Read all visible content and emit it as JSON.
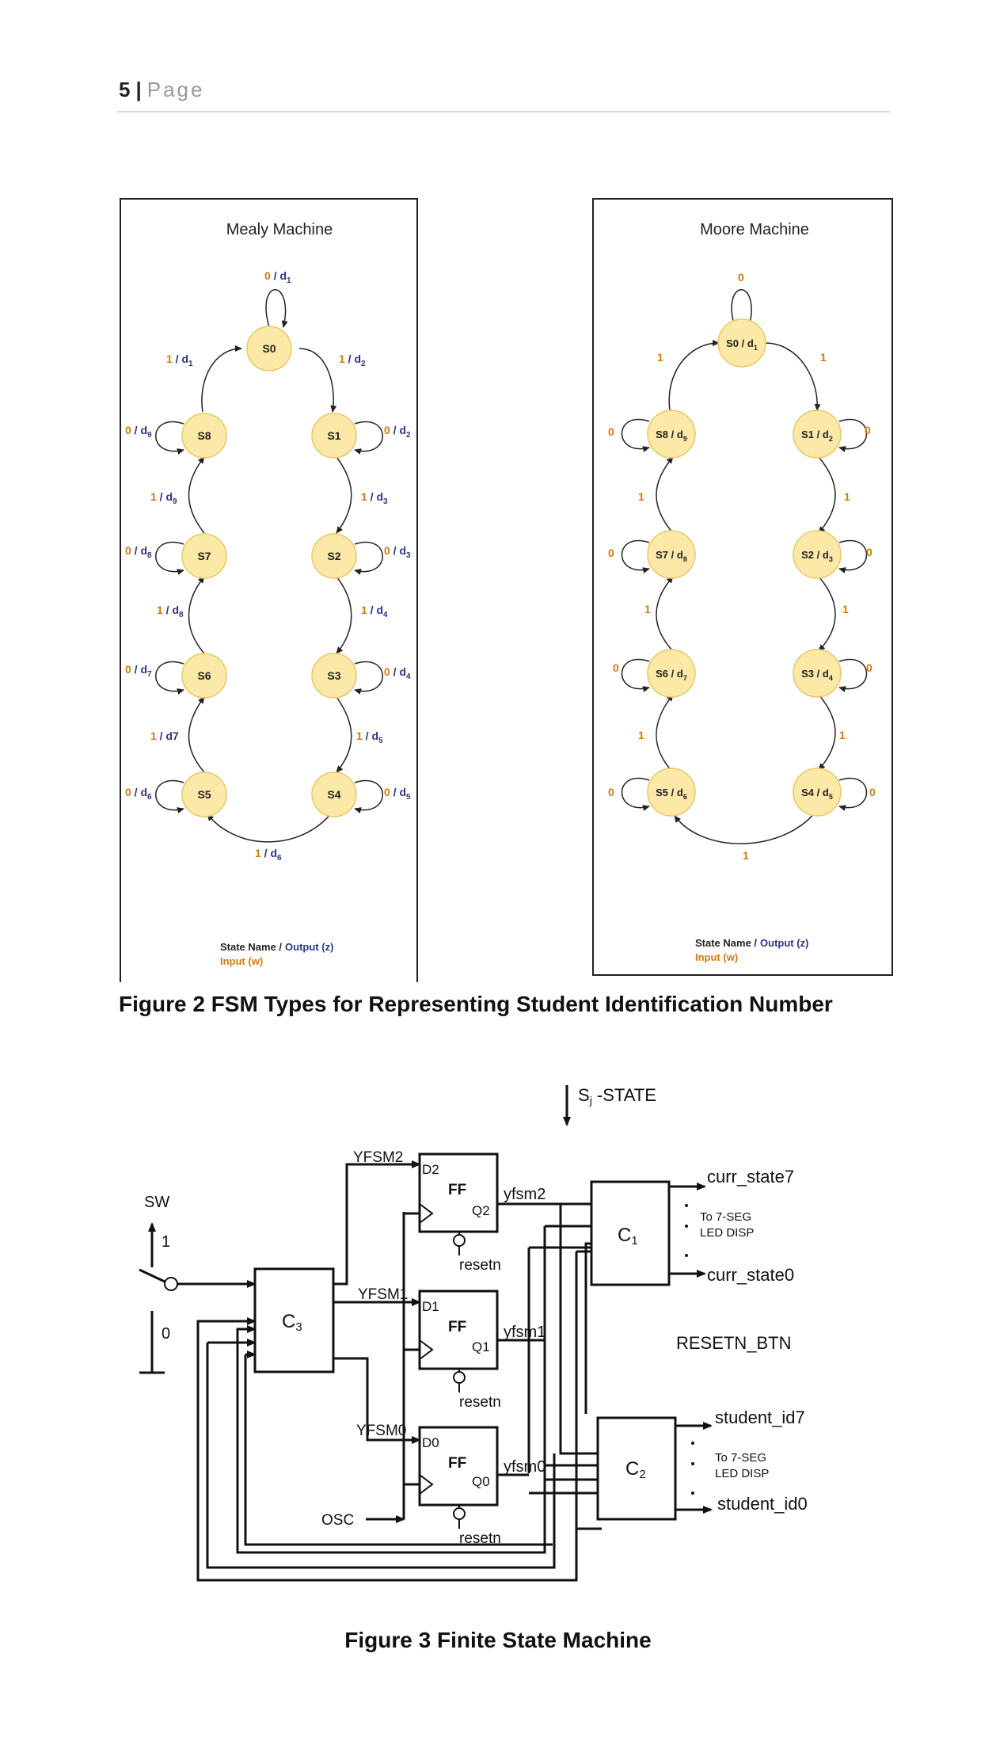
{
  "header": {
    "page_number": "5",
    "separator": "|",
    "page_word": "Page"
  },
  "figure2": {
    "mealy": {
      "title": "Mealy Machine",
      "states": [
        "S0",
        "S1",
        "S2",
        "S3",
        "S4",
        "S5",
        "S6",
        "S7",
        "S8"
      ],
      "legend_line1_name": "State Name /",
      "legend_line1_output": "Output (z)",
      "legend_line2": "Input (w)"
    },
    "moore": {
      "title": "Moore Machine",
      "states": [
        "S0 / d",
        "S1 / d",
        "S2 / d",
        "S3 / d",
        "S4 / d",
        "S5 / d",
        "S6 / d",
        "S7 / d",
        "S8 / d"
      ],
      "legend_line1_name": "State Name /",
      "legend_line1_output": "Output (z)",
      "legend_line2": "Input (w)"
    },
    "caption_label": "Figure 2",
    "caption_text": " FSM Types for Representing Student Identification Number"
  },
  "figure3": {
    "sj_state": "S",
    "sj_sub": "j",
    "sj_rest": " -STATE",
    "sw": "SW",
    "sw_one": "1",
    "sw_zero": "0",
    "c3": "C",
    "c3_sub": "3",
    "c1": "C",
    "c1_sub": "1",
    "c2": "C",
    "c2_sub": "2",
    "ff_label": "FF",
    "yfsm_labels": [
      "YFSM2",
      "YFSM1",
      "YFSM0"
    ],
    "d_labels": [
      "D2",
      "D1",
      "D0"
    ],
    "q_labels": [
      "Q2",
      "Q1",
      "Q0"
    ],
    "yfsm_out": [
      "yfsm2",
      "yfsm1",
      "yfsm0"
    ],
    "resetn": "resetn",
    "osc": "OSC",
    "curr_state_hi": "curr_state7",
    "curr_state_lo": "curr_state0",
    "to_seg_1": "To 7-SEG",
    "led_disp": "LED DISP",
    "resetn_btn": "RESETN_BTN",
    "student_hi": "student_id7",
    "student_lo": "student_id0",
    "caption": "Figure 3 Finite State Machine"
  },
  "colors": {
    "state_fill": "#fce9a8",
    "state_stroke": "#e8c868",
    "input_orange": "#d07a10",
    "output_blue": "#2a3580"
  }
}
